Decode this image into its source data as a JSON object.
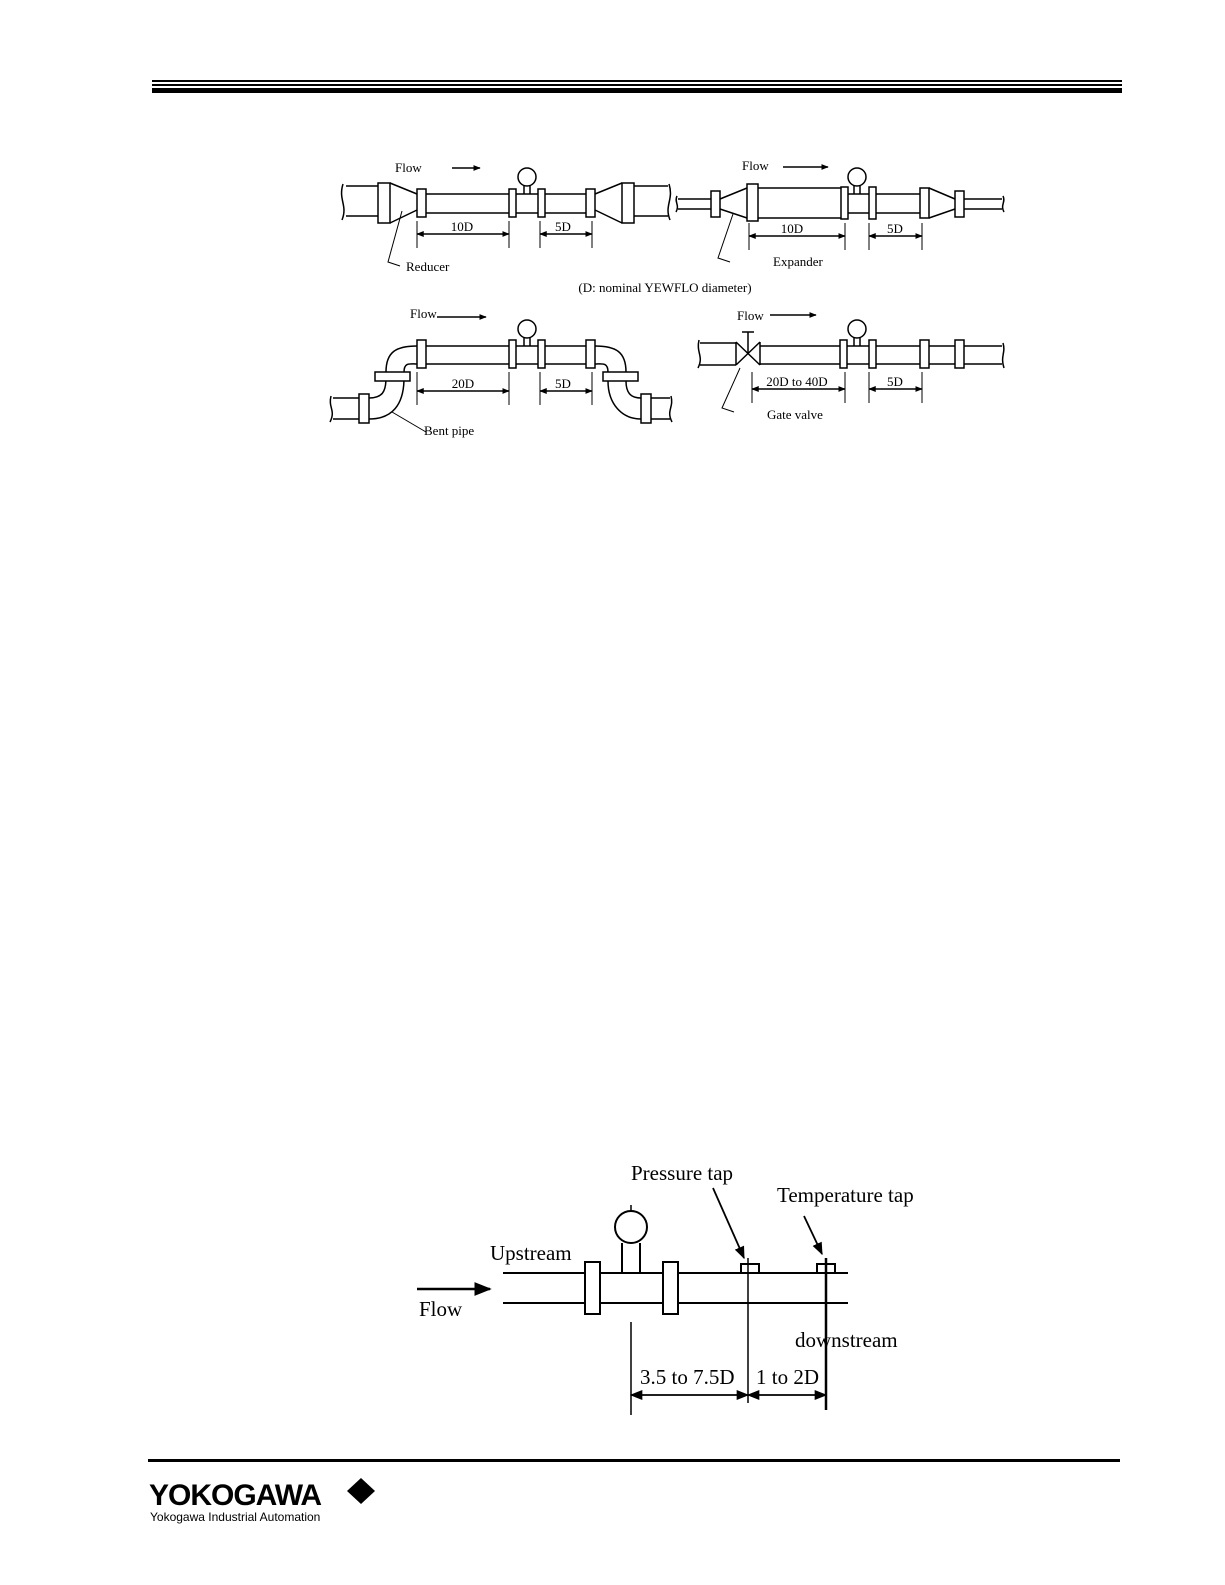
{
  "figure_top": {
    "labels": {
      "flow": "Flow",
      "reducer": "Reducer",
      "expander": "Expander",
      "bent_pipe": "Bent pipe",
      "gate_valve": "Gate valve",
      "dim_10d": "10D",
      "dim_5d": "5D",
      "dim_20d": "20D",
      "dim_20d_40d": "20D to 40D",
      "note": "(D: nominal YEWFLO diameter)"
    }
  },
  "figure_bottom": {
    "labels": {
      "pressure_tap": "Pressure tap",
      "temperature_tap": "Temperature tap",
      "upstream": "Upstream",
      "downstream": "downstream",
      "flow": "Flow",
      "dim_a": "3.5 to 7.5D",
      "dim_b": "1 to 2D"
    }
  },
  "footer": {
    "brand": "YOKOGAWA",
    "division": "Yokogawa Industrial Automation"
  }
}
